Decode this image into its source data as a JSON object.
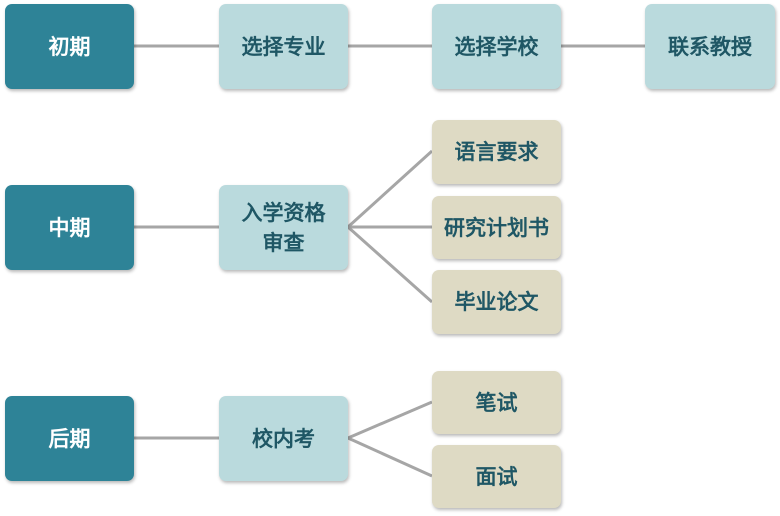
{
  "colors": {
    "phase": "#2e8397",
    "step": "#badadd",
    "sub": "#dedac4",
    "text": "#1f5765",
    "line": "#a6a6a6"
  },
  "early": {
    "phase": "初期",
    "steps": [
      "选择专业",
      "选择学校",
      "联系教授"
    ]
  },
  "middle": {
    "phase": "中期",
    "step_line1": "入学资格",
    "step_line2": "审查",
    "subs": [
      "语言要求",
      "研究计划书",
      "毕业论文"
    ]
  },
  "late": {
    "phase": "后期",
    "step": "校内考",
    "subs": [
      "笔试",
      "面试"
    ]
  }
}
